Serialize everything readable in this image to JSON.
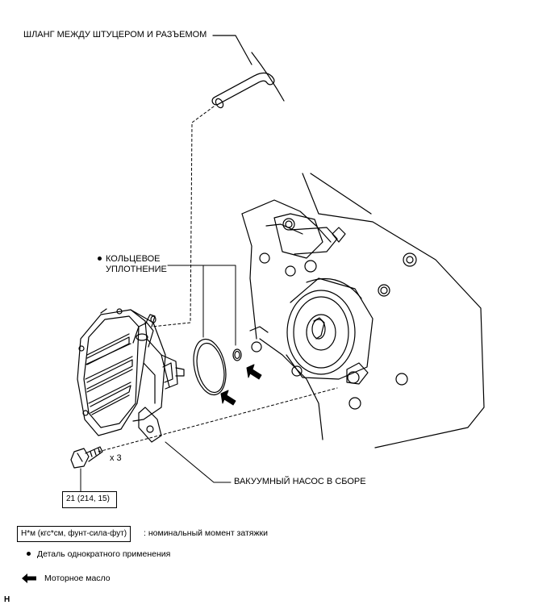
{
  "labels": {
    "hose": "ШЛАНГ МЕЖДУ ШТУЦЕРОМ И РАЗЪЕМОМ",
    "oring_line1": "КОЛЬЦЕВОЕ",
    "oring_line2": "УПЛОТНЕНИЕ",
    "pump": "ВАКУУМНЫЙ НАСОС В СБОРЕ",
    "bolt_qty": "x 3",
    "torque": "21 (214, 15)"
  },
  "legend": {
    "torque_unit": "Н*м (кгс*см, фунт-сила-фут)",
    "torque_desc": ": номинальный момент затяжки",
    "non_reusable": "Деталь однократного применения",
    "engine_oil": "Моторное масло"
  },
  "corner_mark": "H"
}
